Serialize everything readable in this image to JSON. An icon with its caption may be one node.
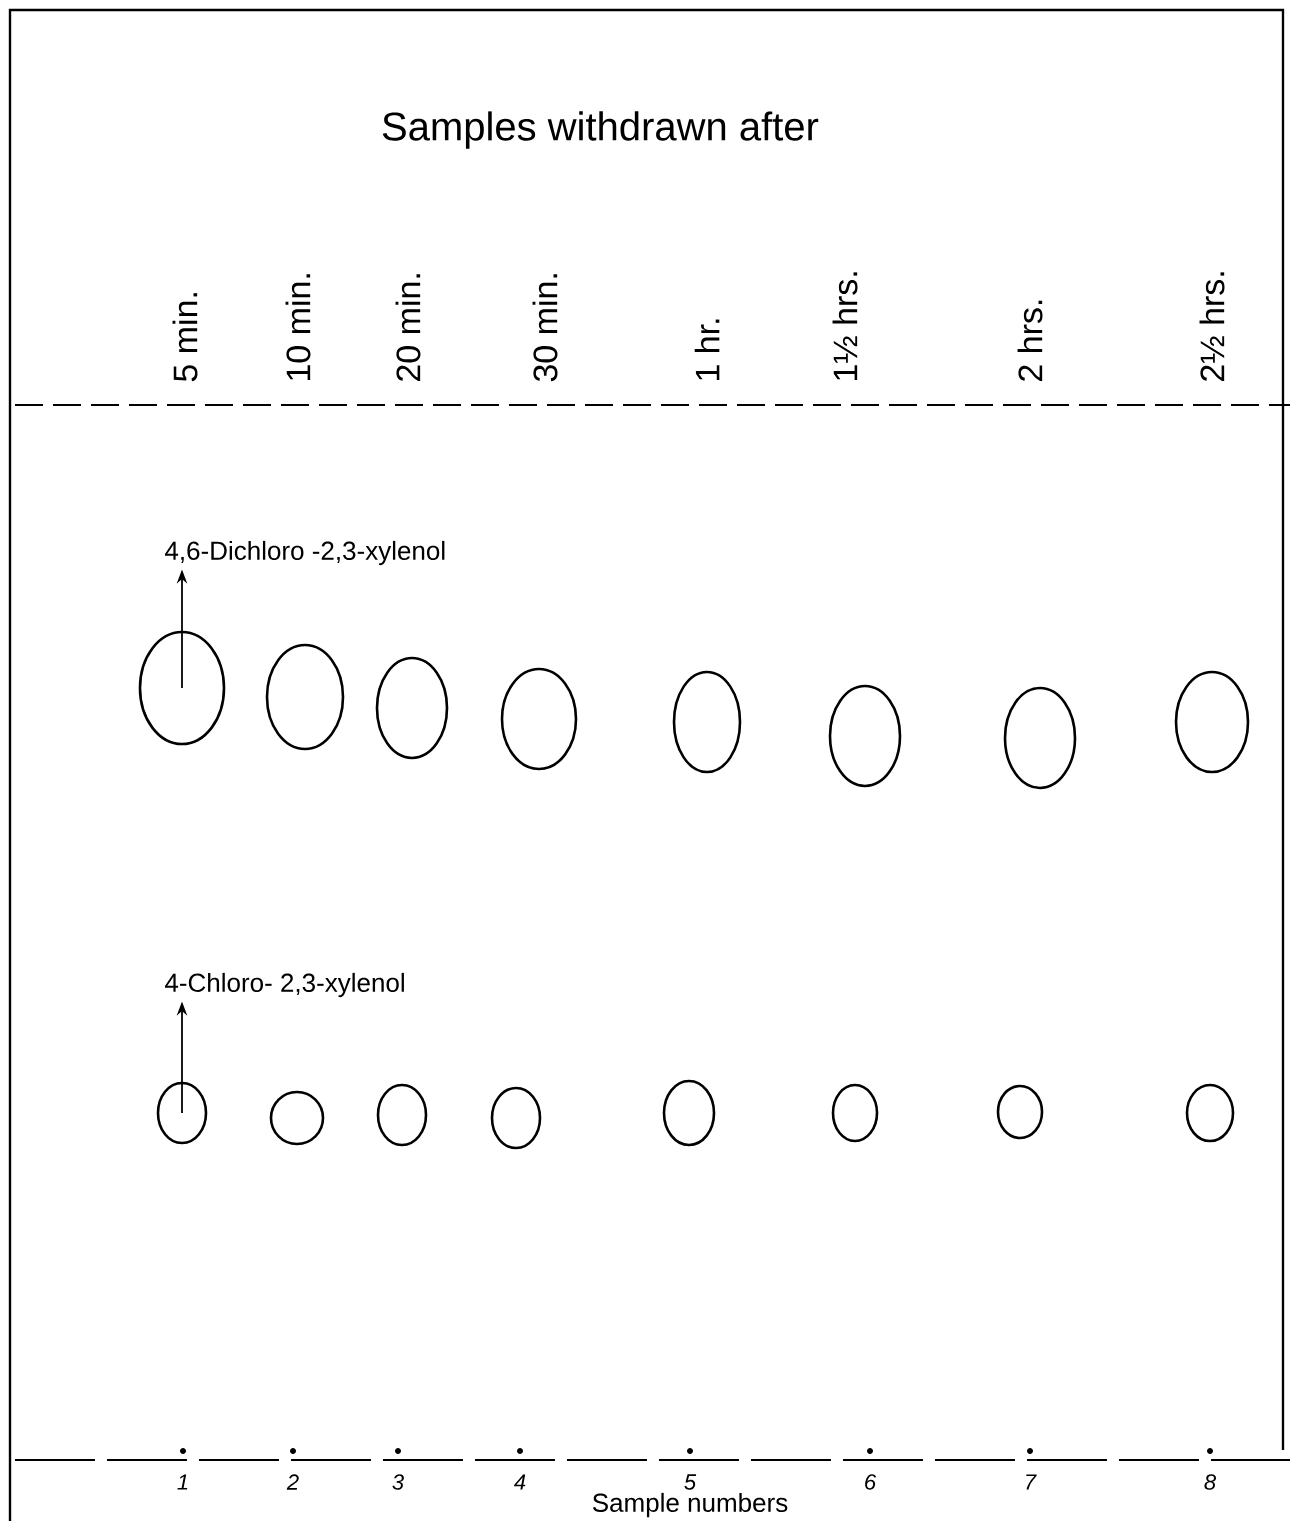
{
  "diagram": {
    "title": "Samples withdrawn after",
    "nodes": [
      {
        "text": [
          "4,6-Dichloro -2,3-xylenol"
        ]
      },
      {
        "text": [],
        "shape": "circle"
      },
      {
        "text": [],
        "shape": "circle"
      },
      {
        "text": [],
        "shape": "circle"
      },
      {
        "text": [],
        "shape": "circle"
      },
      {
        "text": [],
        "shape": "circle"
      },
      {
        "text": [],
        "shape": "circle"
      },
      {
        "text": [],
        "shape": "circle"
      },
      {
        "text": [],
        "shape": "circle"
      },
      {
        "text": [
          "4-Chloro- 2,3-xylenol"
        ]
      },
      {
        "text": [],
        "shape": "circle"
      },
      {
        "text": [],
        "shape": "circle"
      },
      {
        "text": [],
        "shape": "circle"
      },
      {
        "text": [],
        "shape": "circle"
      },
      {
        "text": [],
        "shape": "circle"
      },
      {
        "text": [],
        "shape": "circle"
      },
      {
        "text": [],
        "shape": "circle"
      },
      {
        "text": [],
        "shape": "circle"
      }
    ],
    "edges": [
      {
        "from": 1,
        "to": 0,
        "arrow": "to"
      },
      {
        "from": 10,
        "to": 9,
        "arrow": "to"
      }
    ],
    "labels": [
      "5 min.",
      "10 min.",
      "20 min.",
      "30 min.",
      "1 hr.",
      "1½ hrs.",
      "2 hrs.",
      "2½ hrs.",
      "1",
      "2",
      "3",
      "4",
      "5",
      "6",
      "7",
      "8",
      "Sample numbers"
    ]
  }
}
